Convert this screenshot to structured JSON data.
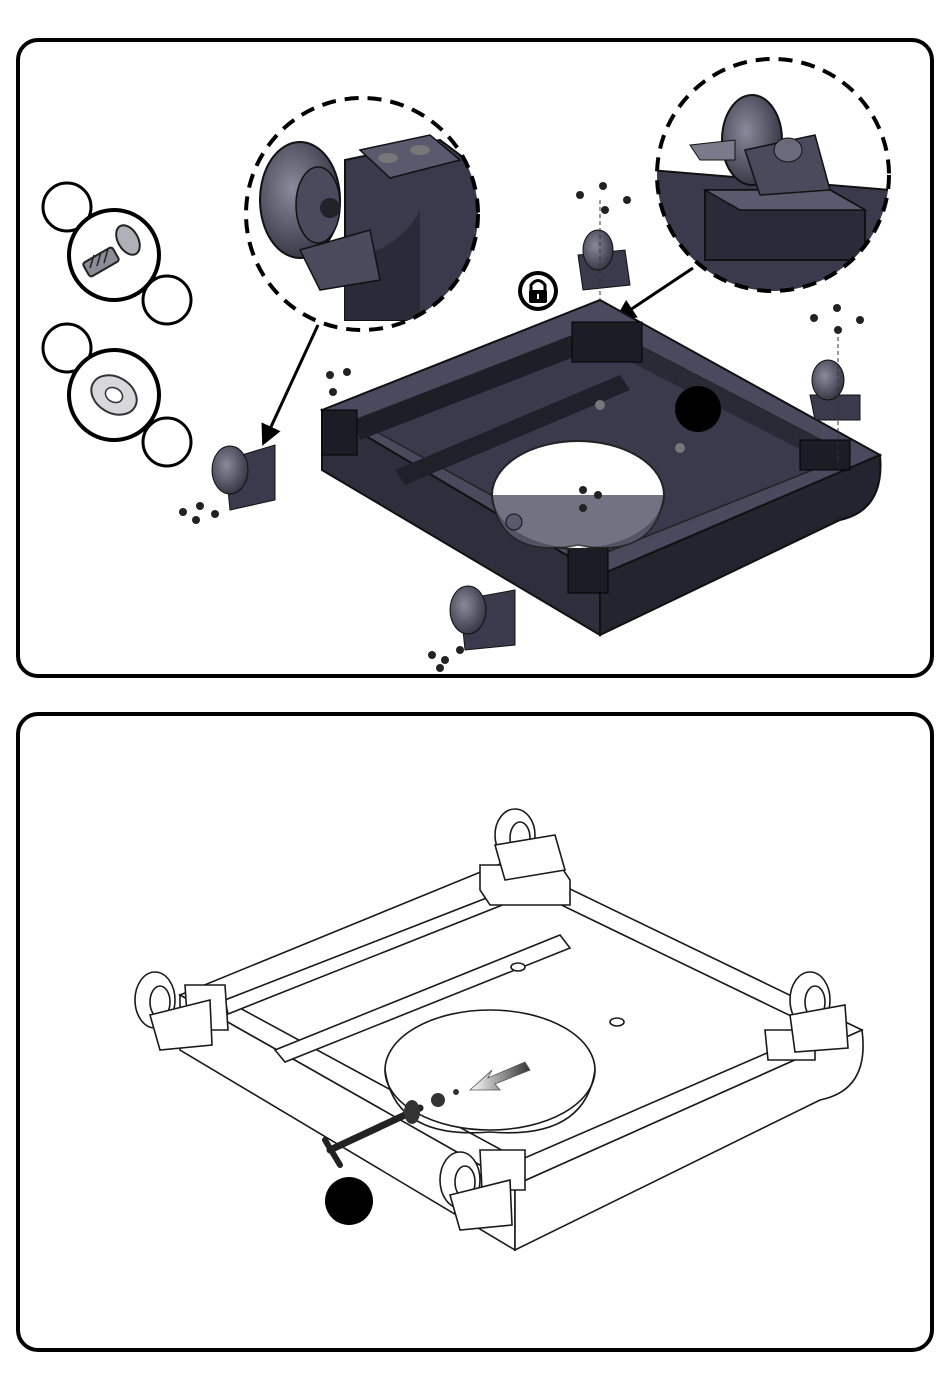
{
  "panels": [
    {
      "id": "step-1",
      "description_marks": [
        "hardware-legend",
        "caster-detail-zooms",
        "base-frame",
        "lock-icon",
        "step-marker"
      ]
    },
    {
      "id": "step-2",
      "description_marks": [
        "outlined-base-frame",
        "handle-insert-arrow",
        "step-marker"
      ]
    }
  ],
  "colors": {
    "ink": "#000000",
    "frame_dark": "#3a3a4c",
    "frame_shade": "#2a2a38",
    "frame_light": "#5a5a6e",
    "paper": "#ffffff",
    "outline": "#1a1a1a"
  },
  "icons": {
    "lock": "padlock-icon",
    "screw": "screw-icon",
    "washer": "washer-icon",
    "marker": "filled-circle-marker"
  }
}
